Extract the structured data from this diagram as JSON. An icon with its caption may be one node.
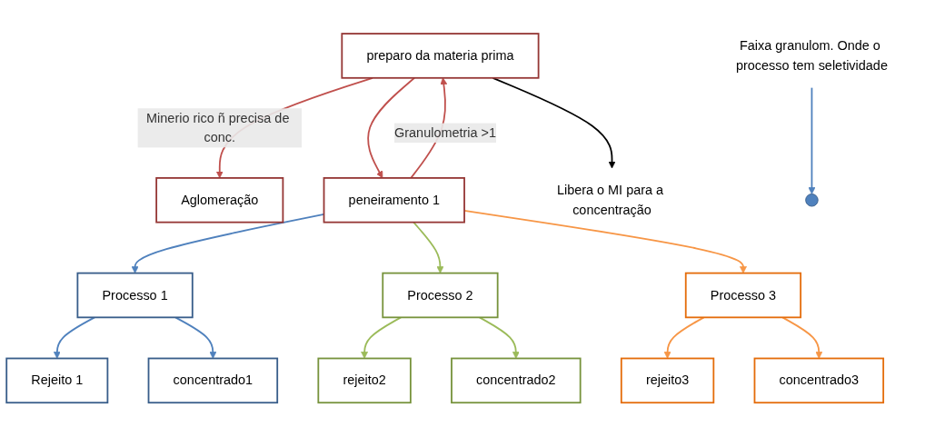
{
  "diagram": {
    "nodes": [
      {
        "text": [
          "preparo da materia prima"
        ]
      },
      {
        "text": [
          "Aglomeração"
        ]
      },
      {
        "text": [
          "peneiramento 1"
        ]
      },
      {
        "text": [
          "Processo 1"
        ]
      },
      {
        "text": [
          "Processo 2"
        ]
      },
      {
        "text": [
          "Processo 3"
        ]
      },
      {
        "text": [
          "Rejeito 1"
        ]
      },
      {
        "text": [
          "concentrado1"
        ]
      },
      {
        "text": [
          "rejeito2"
        ]
      },
      {
        "text": [
          "concentrado2"
        ]
      },
      {
        "text": [
          "rejeito3"
        ]
      },
      {
        "text": [
          "concentrado3"
        ]
      },
      {
        "text": [
          "Libera o MI para a concentração"
        ]
      },
      {
        "text": [
          "Faixa granulom. Onde o processo tem seletividade"
        ]
      },
      {
        "text": [],
        "shape": "circle"
      }
    ],
    "edges": [
      {
        "from": 0,
        "to": 1,
        "arrow": "to",
        "label": "Minerio rico ñ precisa de conc.",
        "color": "#c0504d"
      },
      {
        "from": 0,
        "to": 12,
        "arrow": "to",
        "color": "#000000"
      },
      {
        "from": 0,
        "to": 2,
        "arrow": "to",
        "color": "#c0504d"
      },
      {
        "from": 2,
        "to": 0,
        "arrow": "to",
        "label": "Granulometria >1",
        "color": "#c0504d"
      },
      {
        "from": 13,
        "to": 14,
        "arrow": "to",
        "color": "#4f81bd"
      },
      {
        "from": 2,
        "to": 3,
        "arrow": "to",
        "color": "#4f81bd"
      },
      {
        "from": 2,
        "to": 4,
        "arrow": "to",
        "color": "#9bbb59"
      },
      {
        "from": 2,
        "to": 5,
        "arrow": "to",
        "color": "#f79646"
      },
      {
        "from": 3,
        "to": 6,
        "arrow": "to",
        "color": "#4f81bd"
      },
      {
        "from": 3,
        "to": 7,
        "arrow": "to",
        "color": "#4f81bd"
      },
      {
        "from": 4,
        "to": 8,
        "arrow": "to",
        "color": "#9bbb59"
      },
      {
        "from": 4,
        "to": 9,
        "arrow": "to",
        "color": "#9bbb59"
      },
      {
        "from": 5,
        "to": 10,
        "arrow": "to",
        "color": "#f79646"
      },
      {
        "from": 5,
        "to": 11,
        "arrow": "to",
        "color": "#f79646"
      }
    ]
  }
}
